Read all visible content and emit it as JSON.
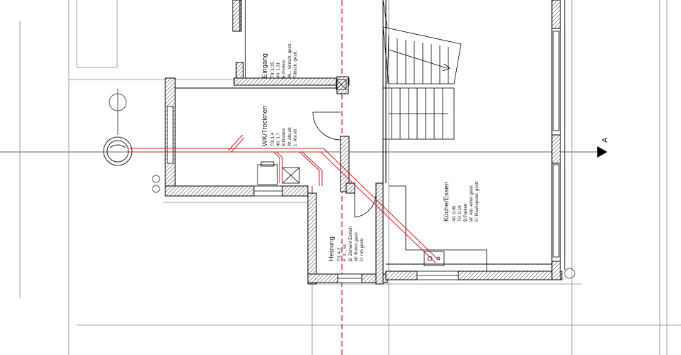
{
  "section_marker": "A",
  "rooms": [
    {
      "id": "eingang",
      "name": "Eingang",
      "details": [
        "T0: 1,35",
        "40: 1,31",
        "E-Portion",
        "W... Versch. gestr.",
        "Trittsch. gestr."
      ]
    },
    {
      "id": "wk-trocknen",
      "name": "WK/Trocknen",
      "details": [
        "T0: 1,4",
        "4b: 1,7",
        "B:Rohbm",
        "W: Abr.eb",
        "1: Abr.eb"
      ]
    },
    {
      "id": "kueche-essen",
      "name": "Küche/Essen",
      "details": [
        "40: 0,00",
        "T0: 0,18",
        "B:Parkett",
        "W: Abr.-einer gestr.",
        "D: Rauhspund. gestr."
      ]
    },
    {
      "id": "heizung",
      "name": "Heizung",
      "details": [
        "T0: 4,3",
        "F: 2... 51",
        "B: Zement Estrich",
        "W: Rohm gestr.",
        "D: roh gestr."
      ]
    }
  ],
  "colors": {
    "wall_line": "#000000",
    "wall_hatch": "#666666",
    "pipe_red": "#d42020",
    "axis_red": "#d42020",
    "thin_line": "#7a7a7a",
    "background": "#ffffff"
  }
}
